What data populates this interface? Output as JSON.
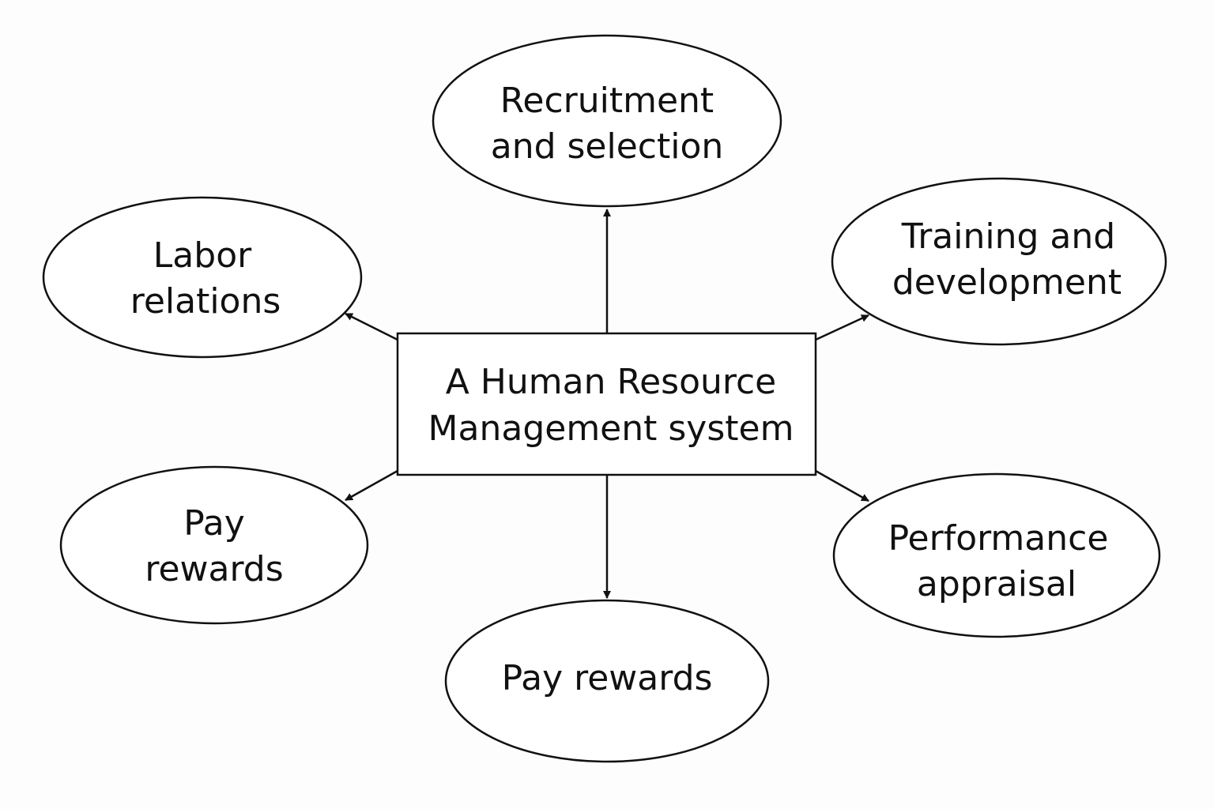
{
  "center": {
    "line1": "A Human Resource",
    "line2": "Management system"
  },
  "nodes": {
    "recruitment": {
      "line1": "Recruitment",
      "line2": "and selection"
    },
    "labor": {
      "line1": "Labor",
      "line2": "relations"
    },
    "training": {
      "line1": "Training and",
      "line2": "development"
    },
    "pay_left": {
      "line1": "Pay",
      "line2": "rewards"
    },
    "pay_bottom": {
      "line1": "Pay rewards"
    },
    "performance": {
      "line1": "Performance",
      "line2": "appraisal"
    }
  }
}
